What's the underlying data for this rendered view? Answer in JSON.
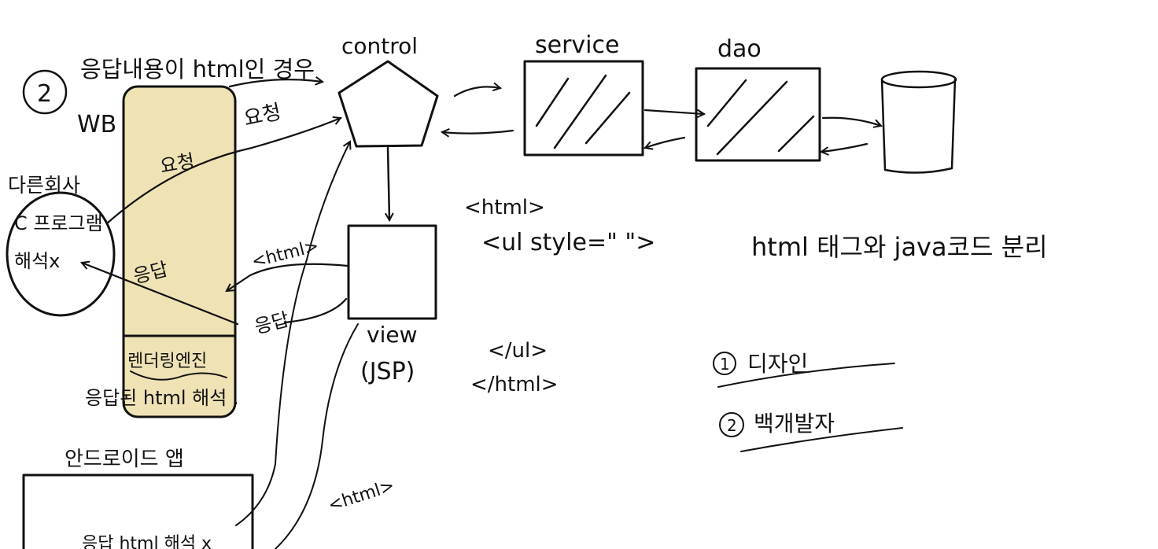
{
  "colors": {
    "ink": "#111111",
    "browser_fill": "#efe2b5",
    "background": "#ffffff"
  },
  "labels": {
    "circled_two": "2",
    "heading": "응답내용이 html인 경우",
    "wb": "WB",
    "yocheong_top": "요청",
    "yocheong_inside": "요청",
    "eungdap_inside": "응답",
    "eungdap_bottom": "응답",
    "rendering_engine": "렌더링엔진",
    "response_parse": "응답된 html 해석 .",
    "other_company": "다른회사",
    "c_program": "C 프로그램",
    "parse_x": "해석x",
    "control": "control",
    "service": "service",
    "dao": "dao",
    "view": "view",
    "jsp": "(JSP)",
    "html_open": "<html>",
    "ul_style": "<ul  style=\"   \">",
    "separation": "html 태그와  java코드 분리",
    "ul_close": "</ul>",
    "html_close": "</html>",
    "html_arrow_label": "<html>",
    "html_lower_label": "<html>",
    "design": "디자인",
    "developer": "백개발자",
    "num1": "1",
    "num2": "2",
    "android_app": "안드로이드 앱",
    "android_note": "응답 html 해석 x"
  }
}
